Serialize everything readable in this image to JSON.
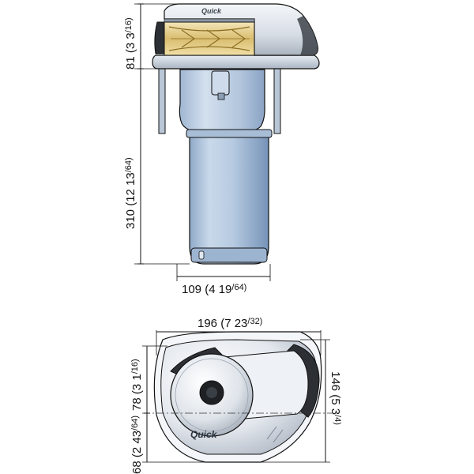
{
  "dimensions": {
    "top_height": {
      "main": "81 (3 3",
      "frac": "/16)"
    },
    "body_height": {
      "main": "310 (12 13",
      "frac": "/64)"
    },
    "body_width": {
      "main": "109 (4 19",
      "frac": "/64)"
    },
    "base_width": {
      "main": "196 (7 23",
      "frac": "/32)"
    },
    "base_depth": {
      "main": "146 (5 3",
      "frac": "/4)"
    },
    "upper_offset": {
      "main": "78 (3 1",
      "frac": "/16)"
    },
    "lower_offset": {
      "main": "68 (2 43",
      "frac": "/64)"
    }
  },
  "brand": {
    "logo_text": "Quick"
  },
  "colors": {
    "body_blue": "#b9cde4",
    "body_shadow": "#7f9ec2",
    "cover_light": "#eef2f6",
    "cover_dark": "#9aa4b0",
    "gypsy_gold": "#e8d296",
    "line": "#111111"
  }
}
